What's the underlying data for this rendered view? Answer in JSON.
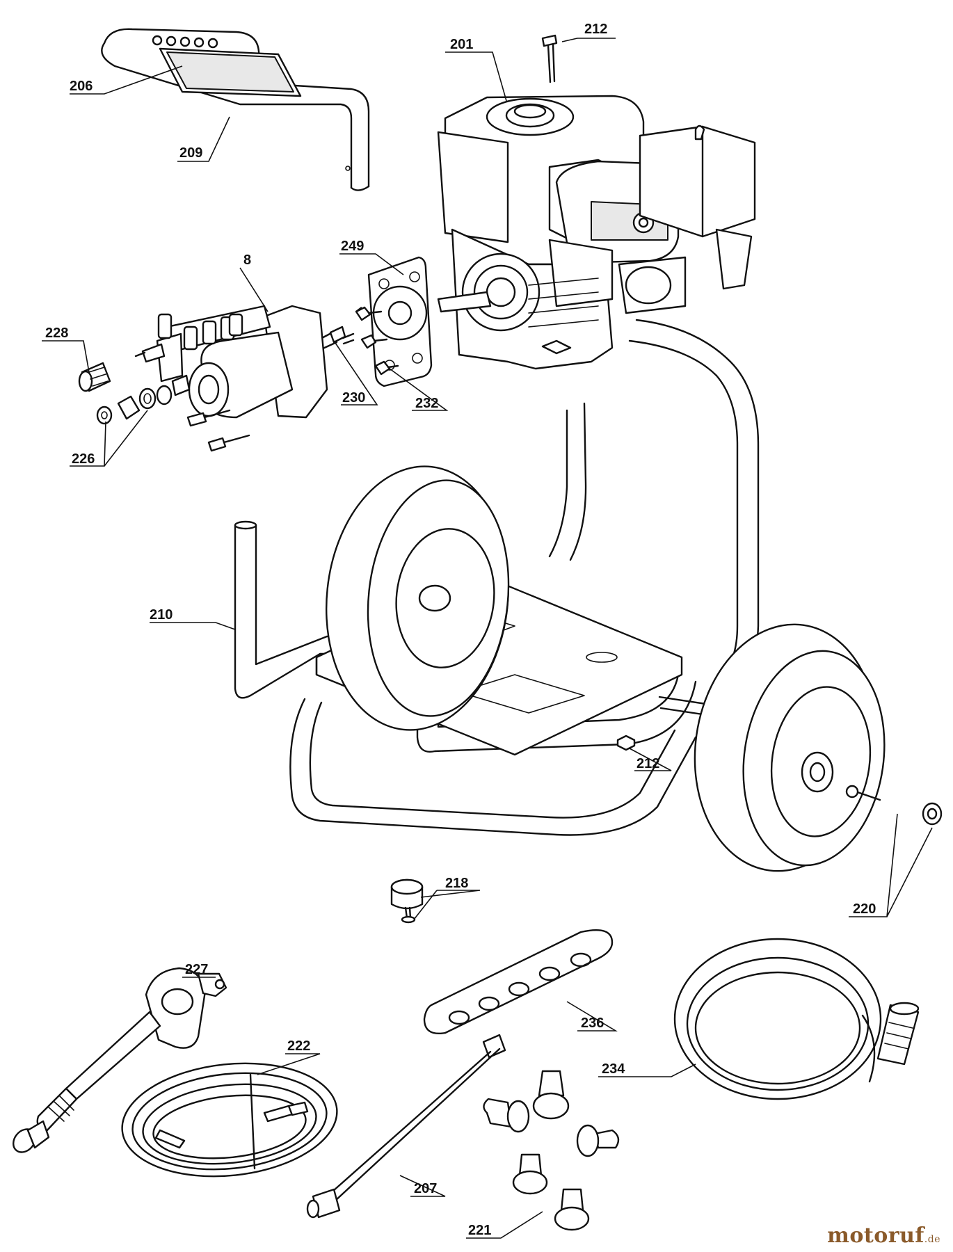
{
  "diagram": {
    "callouts": [
      {
        "id": "c-212-top",
        "label": "212"
      },
      {
        "id": "c-201",
        "label": "201"
      },
      {
        "id": "c-206",
        "label": "206"
      },
      {
        "id": "c-209",
        "label": "209"
      },
      {
        "id": "c-249",
        "label": "249"
      },
      {
        "id": "c-8",
        "label": "8"
      },
      {
        "id": "c-228",
        "label": "228"
      },
      {
        "id": "c-230",
        "label": "230"
      },
      {
        "id": "c-232",
        "label": "232"
      },
      {
        "id": "c-226",
        "label": "226"
      },
      {
        "id": "c-210",
        "label": "210"
      },
      {
        "id": "c-212-mid",
        "label": "212"
      },
      {
        "id": "c-218",
        "label": "218"
      },
      {
        "id": "c-220",
        "label": "220"
      },
      {
        "id": "c-227",
        "label": "227"
      },
      {
        "id": "c-222",
        "label": "222"
      },
      {
        "id": "c-236",
        "label": "236"
      },
      {
        "id": "c-234",
        "label": "234"
      },
      {
        "id": "c-207",
        "label": "207"
      },
      {
        "id": "c-221",
        "label": "221"
      }
    ]
  },
  "watermark": {
    "name": "motoruf",
    "tld": ".de"
  }
}
